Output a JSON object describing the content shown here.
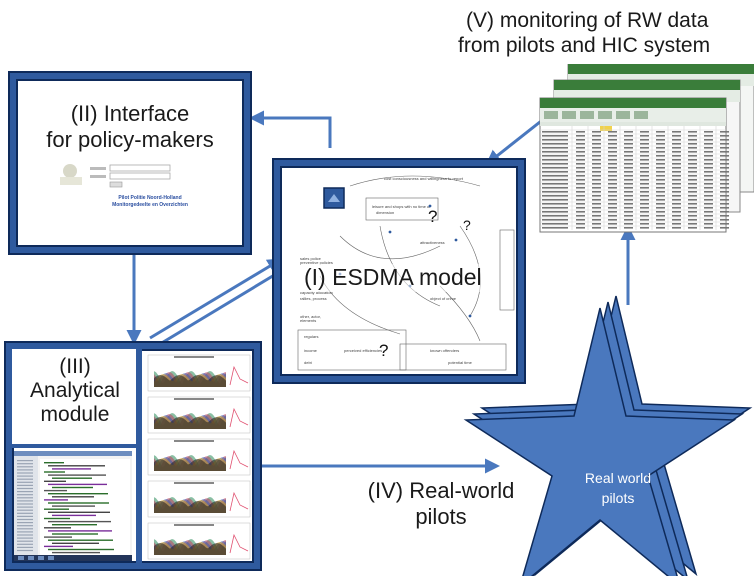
{
  "labels": {
    "monitoring": [
      "(V) monitoring of RW data",
      "from pilots and HIC system"
    ],
    "interface": [
      "(II) Interface",
      "for policy-makers"
    ],
    "esdma": "(I) ESDMA model",
    "analytical": [
      "(III)",
      "Analytical",
      "module"
    ],
    "real_world_pilots": [
      "(IV) Real-world",
      "pilots"
    ],
    "star_text": [
      "Real world",
      "pilots"
    ]
  },
  "interface_panel": {
    "links": [
      "Pilot Politie Noord-Holland",
      "Monitorgedeelte en Overzichten"
    ]
  },
  "esdma_marks": [
    "?",
    "?",
    "?"
  ],
  "colors": {
    "accent": "#4a78be",
    "frame": "#2f5a9e",
    "star": "#4a78be",
    "excel_green": "#3a7d3a"
  }
}
